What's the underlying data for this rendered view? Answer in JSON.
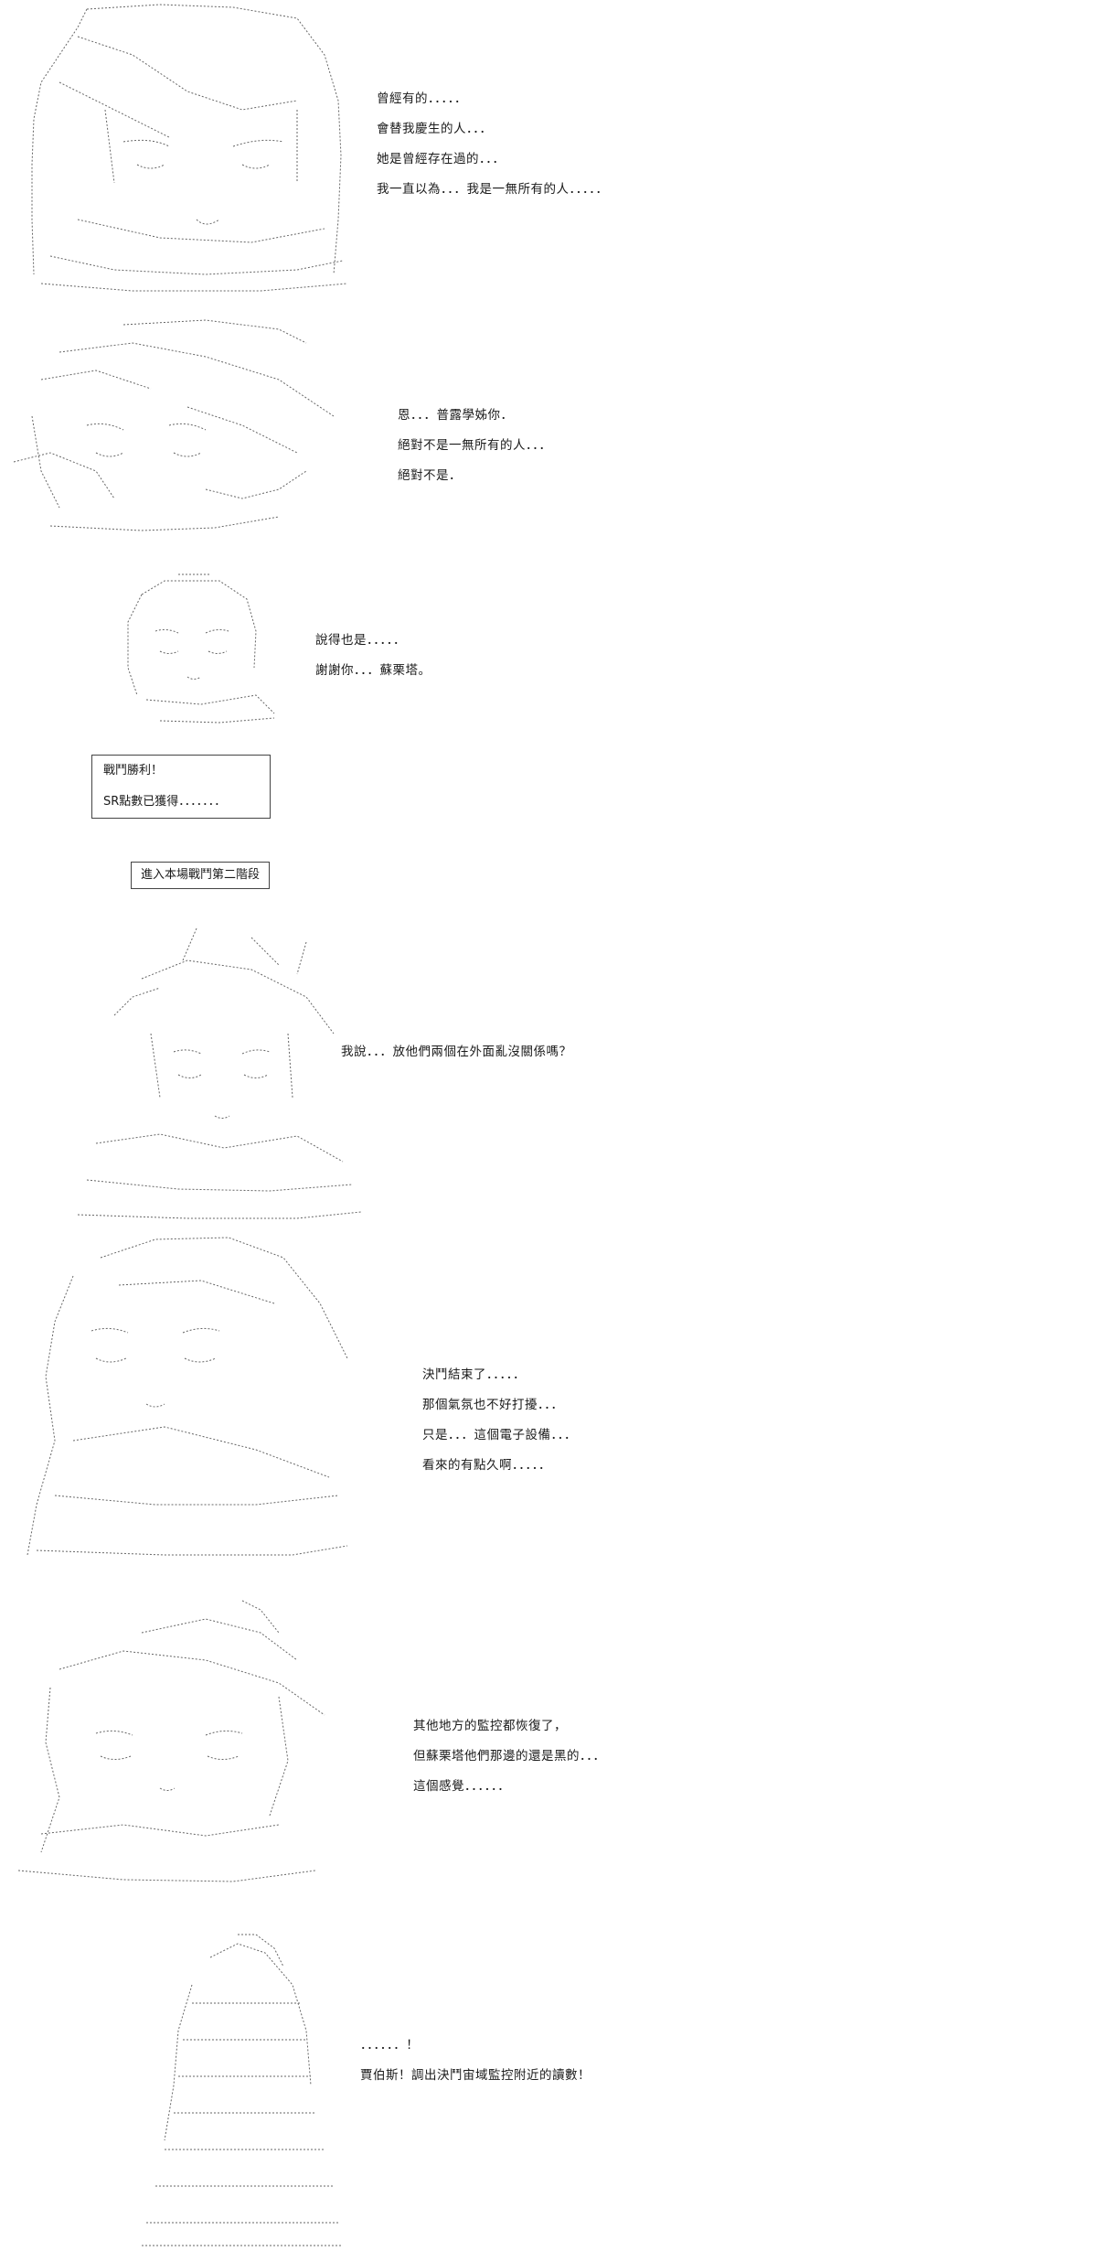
{
  "colors": {
    "background": "#ffffff",
    "ink": "#222222",
    "sketch": "#666666"
  },
  "scenes": [
    {
      "art_icon": "ascii-art-character-sitting-icon",
      "lines": [
        "曾經有的．．．．．",
        "會替我慶生的人．．．",
        "她是曾經存在過的．．．",
        "我一直以為．．．我是一無所有的人．．．．．"
      ]
    },
    {
      "art_icon": "ascii-art-character-hat-icon",
      "lines": [
        "恩．．．普露學姊你．",
        "絕對不是一無所有的人．．．",
        "絕對不是．"
      ]
    },
    {
      "art_icon": "ascii-art-character-small-icon",
      "lines": [
        "說得也是．．．．．",
        "謝謝你．．．蘇栗塔。"
      ]
    },
    {
      "art_icon": "ascii-art-character-spiky-icon",
      "lines": [
        "我說．．．放他們兩個在外面亂沒關係嗎？"
      ]
    },
    {
      "art_icon": "ascii-art-character-hood-icon",
      "lines": [
        "決鬥結束了．．．．．",
        "那個氣氛也不好打擾．．．",
        "只是．．．這個電子設備．．．",
        "看來的有點久啊．．．．．"
      ]
    },
    {
      "art_icon": "ascii-art-character-cap-icon",
      "lines": [
        "其他地方的監控都恢復了，",
        "但蘇栗塔他們那邊的還是黑的．．．",
        "這個感覺．．．．．．"
      ]
    },
    {
      "art_icon": "ascii-art-character-back-icon",
      "lines": [
        "．．．．．．！",
        "賈伯斯！調出決鬥宙域監控附近的讀數！"
      ]
    }
  ],
  "battle_box": {
    "line1": "戰鬥勝利！",
    "line2": "SR點數已獲得．．．．．．．"
  },
  "stage_banner": {
    "text": "進入本場戰鬥第二階段"
  }
}
